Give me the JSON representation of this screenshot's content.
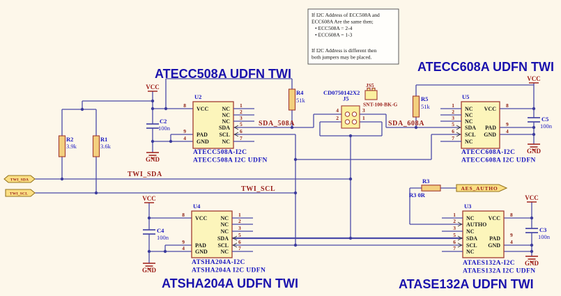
{
  "titles": {
    "atecc508a": "ATECC508A UDFN TWI",
    "atecc608a": "ATECC608A UDFN TWI",
    "atsha204a": "ATSHA204A UDFN TWI",
    "atase132a": "ATASE132A UDFN TWI"
  },
  "note": {
    "lines": [
      "If I2C Address of ECC508A and",
      "ECC608A Are the same then;",
      "• ECC508A = 2-4",
      "• ECC608A = 1-3",
      "If I2C Address is different then",
      "both jumpers may be placed."
    ]
  },
  "chips": {
    "u2": {
      "ref": "U2",
      "part1": "ATECC508A-I2C",
      "part2": "ATECC508A I2C UDFN",
      "left": [
        {
          "n": "8",
          "name": "VCC"
        },
        {
          "n": "9",
          "name": "PAD"
        },
        {
          "n": "4",
          "name": "GND"
        }
      ],
      "right": [
        {
          "n": "1",
          "name": "NC"
        },
        {
          "n": "2",
          "name": "NC"
        },
        {
          "n": "3",
          "name": "NC"
        },
        {
          "n": "5",
          "name": "SDA"
        },
        {
          "n": "6",
          "name": "SCL"
        },
        {
          "n": "7",
          "name": "NC"
        }
      ]
    },
    "u5": {
      "ref": "U5",
      "part1": "ATECC608A-I2C",
      "part2": "ATECC608A I2C UDFN",
      "left": [
        {
          "n": "1",
          "name": "NC"
        },
        {
          "n": "2",
          "name": "NC"
        },
        {
          "n": "3",
          "name": "NC"
        },
        {
          "n": "5",
          "name": "SDA"
        },
        {
          "n": "6",
          "name": "SCL"
        },
        {
          "n": "7",
          "name": "NC"
        }
      ],
      "right": [
        {
          "n": "8",
          "name": "VCC"
        },
        {
          "n": "9",
          "name": "PAD"
        },
        {
          "n": "4",
          "name": "GND"
        }
      ]
    },
    "u4": {
      "ref": "U4",
      "part1": "ATSHA204A-I2C",
      "part2": "ATSHA204A I2C UDFN",
      "left": [
        {
          "n": "8",
          "name": "VCC"
        },
        {
          "n": "9",
          "name": "PAD"
        },
        {
          "n": "4",
          "name": "GND"
        }
      ],
      "right": [
        {
          "n": "1",
          "name": "NC"
        },
        {
          "n": "2",
          "name": "NC"
        },
        {
          "n": "3",
          "name": "NC"
        },
        {
          "n": "5",
          "name": "SDA"
        },
        {
          "n": "6",
          "name": "SCL"
        },
        {
          "n": "7",
          "name": "NC"
        }
      ]
    },
    "u3": {
      "ref": "U3",
      "part1": "ATAES132A-I2C",
      "part2": "ATAES132A I2C UDFN",
      "left": [
        {
          "n": "1",
          "name": "NC"
        },
        {
          "n": "2",
          "name": "AUTHO"
        },
        {
          "n": "3",
          "name": "NC"
        },
        {
          "n": "5",
          "name": "SDA"
        },
        {
          "n": "6",
          "name": "SCL"
        },
        {
          "n": "7",
          "name": "NC"
        }
      ],
      "right": [
        {
          "n": "8",
          "name": "VCC"
        },
        {
          "n": "9",
          "name": "PAD"
        },
        {
          "n": "4",
          "name": "GND"
        }
      ]
    }
  },
  "resistors": {
    "r2": {
      "ref": "R2",
      "value": "3.9k"
    },
    "r1": {
      "ref": "R1",
      "value": "3.6k"
    },
    "r4": {
      "ref": "R4",
      "value": "51k"
    },
    "r5": {
      "ref": "R5",
      "value": "51k"
    },
    "r3": {
      "ref": "R3",
      "value_label": "R3  0R"
    }
  },
  "capacitors": {
    "c2": {
      "ref": "C2",
      "value": "100n"
    },
    "c4": {
      "ref": "C4",
      "value": "100n"
    },
    "c5": {
      "ref": "C5",
      "value": "100n"
    },
    "c3": {
      "ref": "C3",
      "value": "100n"
    }
  },
  "jumper": {
    "part": "CD0750142X2",
    "ref": "J5",
    "pin4": "4",
    "pin3": "3",
    "pin2": "2",
    "pin1": "1"
  },
  "shunt": {
    "ref": "JS5",
    "part": "SNT-100-BK-G"
  },
  "net_labels": {
    "sda_508a": "SDA_508A",
    "sda_608a": "SDA_608A",
    "twi_sda": "TWI_SDA",
    "twi_scl": "TWI_SCL"
  },
  "flags": {
    "twi_sda": "TWI_SDA",
    "twi_scl": "TWI_SCL",
    "aes_autho": "AES_AUTHO"
  },
  "power": {
    "vcc": "VCC",
    "gnd": "GND"
  },
  "colors": {
    "background": "#fdf7ea",
    "wire": "#4a4aa8",
    "junction": "#3c3c9c",
    "component_outline": "#a13a30",
    "component_fill": "#fcf5bb",
    "resistor_fill": "#f3cf7e",
    "flag_fill": "#fbdf84",
    "net_label": "#991f1a",
    "designator": "#1a18c0",
    "title": "#1a12ad"
  }
}
